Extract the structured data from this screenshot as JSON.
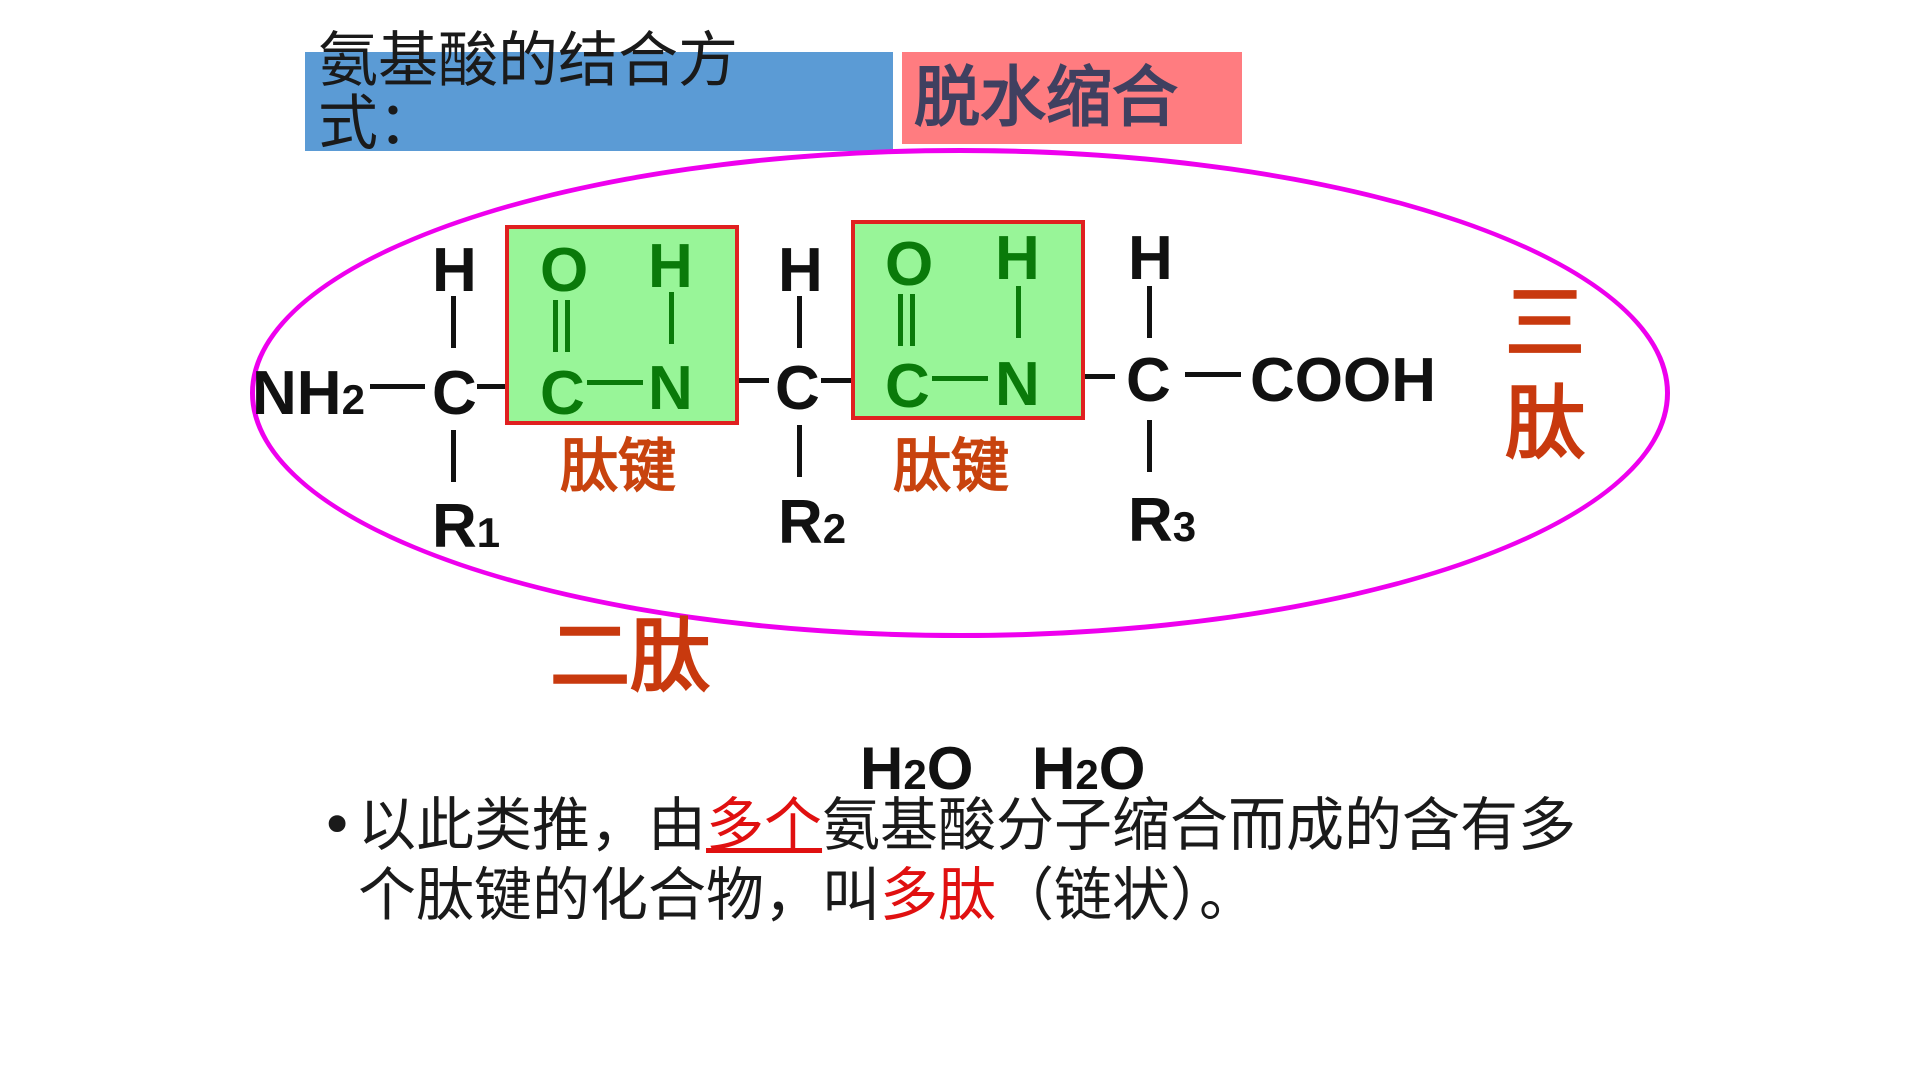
{
  "title": "氨基酸的结合方式：",
  "badge": "脱水缩合",
  "formula": {
    "nh2": "NH",
    "nh2_sub": "2",
    "cooh": "COOH",
    "H": "H",
    "C": "C",
    "O": "O",
    "N": "N",
    "R": "R",
    "r_subs": [
      "1",
      "2",
      "3"
    ]
  },
  "bond_label": "肽键",
  "dipeptide_label": "二肽",
  "tripeptide_label": [
    "三",
    "肽"
  ],
  "water": "H2O",
  "water_parts": {
    "h": "H",
    "sub": "2",
    "o": "O"
  },
  "bullet": {
    "dot": "•",
    "part1": "以此类推，由",
    "part2": "多个",
    "part3": "氨基酸分子缩合而成的含有多个肽键的化合物，叫",
    "part4": "多肽",
    "part5": "（链状）。"
  },
  "colors": {
    "title_bg": "#5b9bd5",
    "badge_bg": "#ff7c80",
    "oval": "#ee00ee",
    "bond_fill": "#98f598",
    "bond_border": "#e02020",
    "label": "#c8430e"
  }
}
